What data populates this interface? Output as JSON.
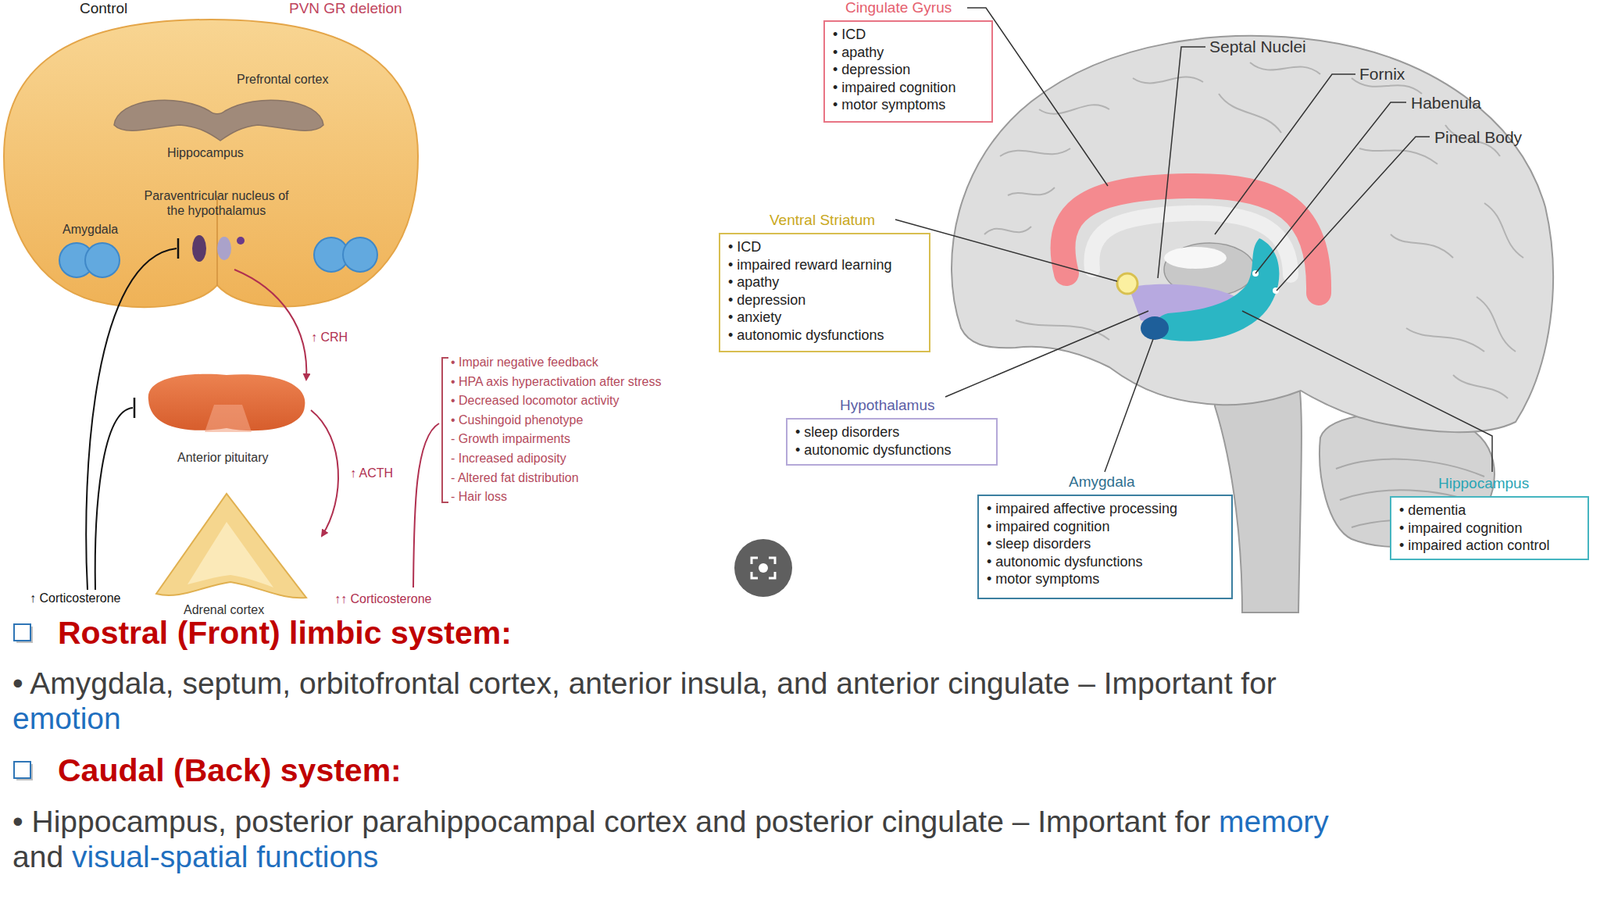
{
  "diagram": {
    "nodes": [
      {
        "text": [
          "Cingulate Gyrus",
          "• ICD",
          "• apathy",
          "• depression",
          "• impaired cognition",
          "• motor symptoms"
        ]
      },
      {
        "text": [
          "Ventral Striatum",
          "• ICD",
          "• impaired reward learning",
          "• apathy",
          "• depression",
          "• anxiety",
          "• autonomic dysfunctions"
        ]
      },
      {
        "text": [
          "Hypothalamus",
          "• sleep disorders",
          "• autonomic dysfunctions"
        ]
      },
      {
        "text": [
          "Amygdala",
          "• impaired affective processing",
          "• impaired cognition",
          "• sleep disorders",
          "• autonomic dysfunctions",
          "• motor symptoms"
        ]
      },
      {
        "text": [
          "Hippocampus",
          "• dementia",
          "• impaired cognition",
          "• impaired action control"
        ]
      }
    ],
    "labels": [
      "Control",
      "PVN GR deletion",
      "Prefrontal cortex",
      "Hippocampus",
      "Paraventricular nucleus of the hypothalamus",
      "Amygdala",
      "↑ CRH",
      "Anterior pituitary",
      "↑ ACTH",
      "Adrenal cortex",
      "↑ Corticosterone",
      "↑↑ Corticosterone",
      "• Impair negative feedback",
      "• HPA axis hyperactivation after stress",
      "• Decreased locomotor activity",
      "• Cushingoid phenotype",
      "- Growth impairments",
      "- Increased adiposity",
      "- Altered fat distribution",
      "- Hair loss",
      "Septal Nuclei",
      "Fornix",
      "Habenula",
      "Pineal Body",
      "Rostral (Front) limbic system:",
      "• Amygdala, septum, orbitofrontal cortex, anterior insula, and anterior cingulate – Important for",
      "emotion",
      "Caudal (Back) system:",
      "• Hippocampus, posterior parahippocampal cortex and posterior cingulate – Important for",
      "memory",
      "and",
      "visual-spatial functions"
    ]
  }
}
